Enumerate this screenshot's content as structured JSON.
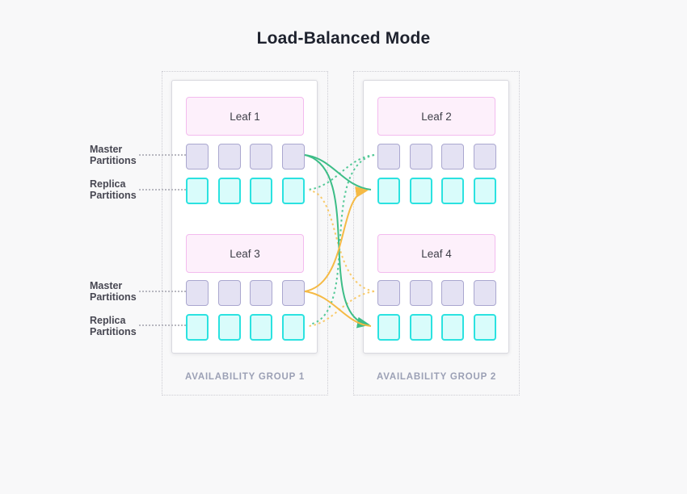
{
  "title": "Load-Balanced Mode",
  "groups": [
    {
      "label": "AVAILABILITY GROUP 1",
      "leaves": [
        {
          "name": "Leaf 1",
          "master_partitions": 4,
          "replica_partitions": 4
        },
        {
          "name": "Leaf 3",
          "master_partitions": 4,
          "replica_partitions": 4
        }
      ]
    },
    {
      "label": "AVAILABILITY GROUP 2",
      "leaves": [
        {
          "name": "Leaf 2",
          "master_partitions": 4,
          "replica_partitions": 4
        },
        {
          "name": "Leaf 4",
          "master_partitions": 4,
          "replica_partitions": 4
        }
      ]
    }
  ],
  "row_labels": {
    "master": [
      "Master",
      "Partitions"
    ],
    "replica": [
      "Replica",
      "Partitions"
    ]
  },
  "partitions_per_row": 4,
  "connections": [
    {
      "from": "Leaf 1 master",
      "to": "Leaf 2 replica",
      "style": "solid",
      "color": "green",
      "arrow": false
    },
    {
      "from": "Leaf 1 master",
      "to": "Leaf 4 replica",
      "style": "solid",
      "color": "green",
      "arrow": true
    },
    {
      "from": "Leaf 3 master",
      "to": "Leaf 2 replica",
      "style": "solid",
      "color": "orange",
      "arrow": true
    },
    {
      "from": "Leaf 3 master",
      "to": "Leaf 4 replica",
      "style": "solid",
      "color": "orange",
      "arrow": false
    },
    {
      "from": "Leaf 2 master",
      "to": "Leaf 1 replica",
      "style": "dotted",
      "color": "green",
      "arrow": false
    },
    {
      "from": "Leaf 2 master",
      "to": "Leaf 3 replica",
      "style": "dotted",
      "color": "green",
      "arrow": false
    },
    {
      "from": "Leaf 4 master",
      "to": "Leaf 1 replica",
      "style": "dotted",
      "color": "orange",
      "arrow": false
    },
    {
      "from": "Leaf 4 master",
      "to": "Leaf 3 replica",
      "style": "dotted",
      "color": "orange",
      "arrow": false
    }
  ],
  "colors": {
    "solid_green": "#3dbd87",
    "dotted_green": "#55c998",
    "solid_orange": "#f5ba45",
    "dotted_orange": "#f8ca6a",
    "leaf_fill": "#fdf0fb",
    "leaf_border": "#f3bbee",
    "master_fill": "#e4e2f3",
    "master_border": "#aaa7cf",
    "replica_fill": "#d9fcfb",
    "replica_border": "#2be2e0",
    "group_label_text": "#9ba0b5",
    "row_label_text": "#474752",
    "title_text": "#1e222e",
    "background": "#f8f8f9"
  }
}
